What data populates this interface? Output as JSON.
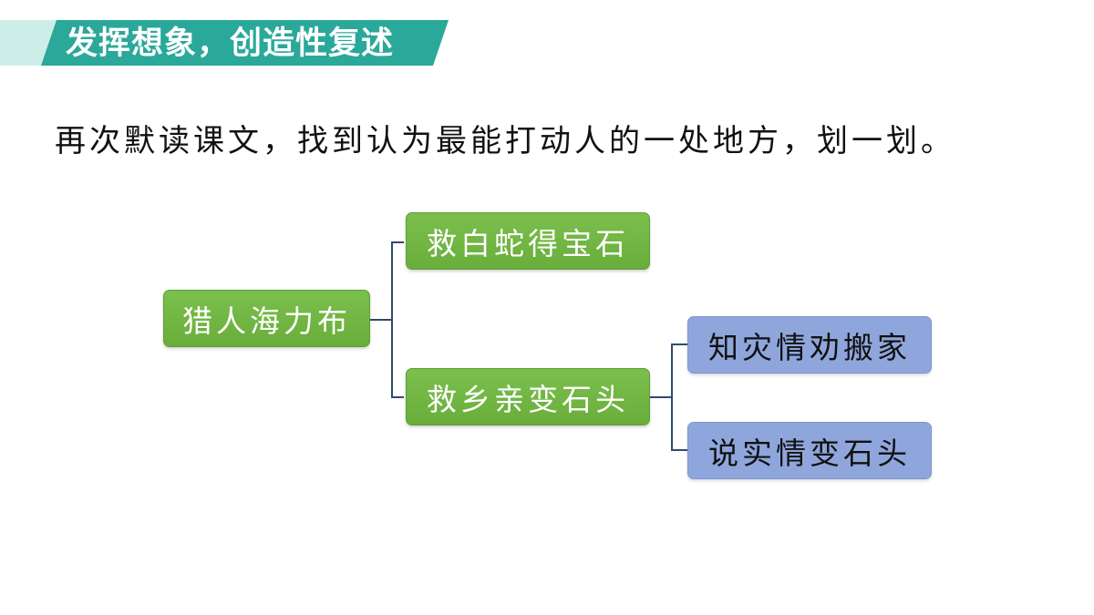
{
  "header": {
    "title": "发挥想象，创造性复述"
  },
  "instruction": {
    "text": "再次默读课文，找到认为最能打动人的一处地方，划一划。"
  },
  "diagram": {
    "root": "猎人海力布",
    "branch_1": "救白蛇得宝石",
    "branch_2": "救乡亲变石头",
    "sub_1": "知灾情劝搬家",
    "sub_2": "说实情变石头"
  },
  "colors": {
    "banner": "#2aa89a",
    "banner_light": "#cdeee8",
    "green_node": "#72b544",
    "blue_node": "#8fa6dc",
    "connector": "#2f4b6e"
  }
}
